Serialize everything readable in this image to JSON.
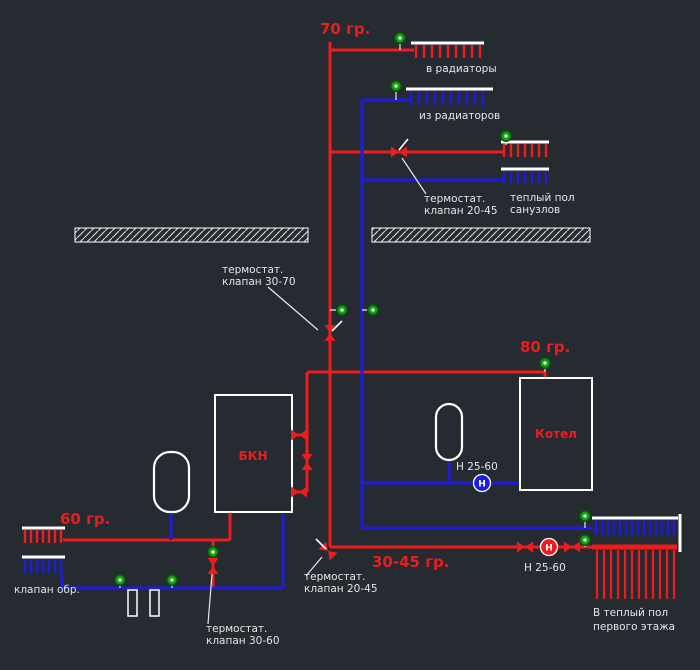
{
  "colors": {
    "background": "#262a31",
    "supply_pipe": "#ee1c1c",
    "return_pipe": "#1c1ce0",
    "outline_white": "#ffffff",
    "sensor_green": "#12a012"
  },
  "labels": {
    "supply_temp_top": "70 гр.",
    "to_radiators": "в радиаторы",
    "from_radiators": "из радиаторов",
    "thermo_valve_top": {
      "line1": "термостат.",
      "line2": "клапан 20-45"
    },
    "warm_floor_bath": {
      "line1": "теплый пол",
      "line2": "санузлов"
    },
    "thermo_valve_mid": {
      "line1": "термостат.",
      "line2": "клапан 30-70"
    },
    "boiler_temp": "80 гр.",
    "boiler": "Котел",
    "bkn": "БКН",
    "pump_letter": "Н",
    "pump_boiler_model": "Н 25-60",
    "pump_floor_model": "Н 25-60",
    "dhw_temp": "60 гр.",
    "check_valve": "клапан обр.",
    "thermo_valve_dhw": {
      "line1": "термостат.",
      "line2": "клапан 30-60"
    },
    "thermo_valve_floor": {
      "line1": "термостат.",
      "line2": "клапан 20-45"
    },
    "floor_temp": "30-45 гр.",
    "warm_floor_first": {
      "line1": "В теплый пол",
      "line2": "первого этажа"
    }
  }
}
